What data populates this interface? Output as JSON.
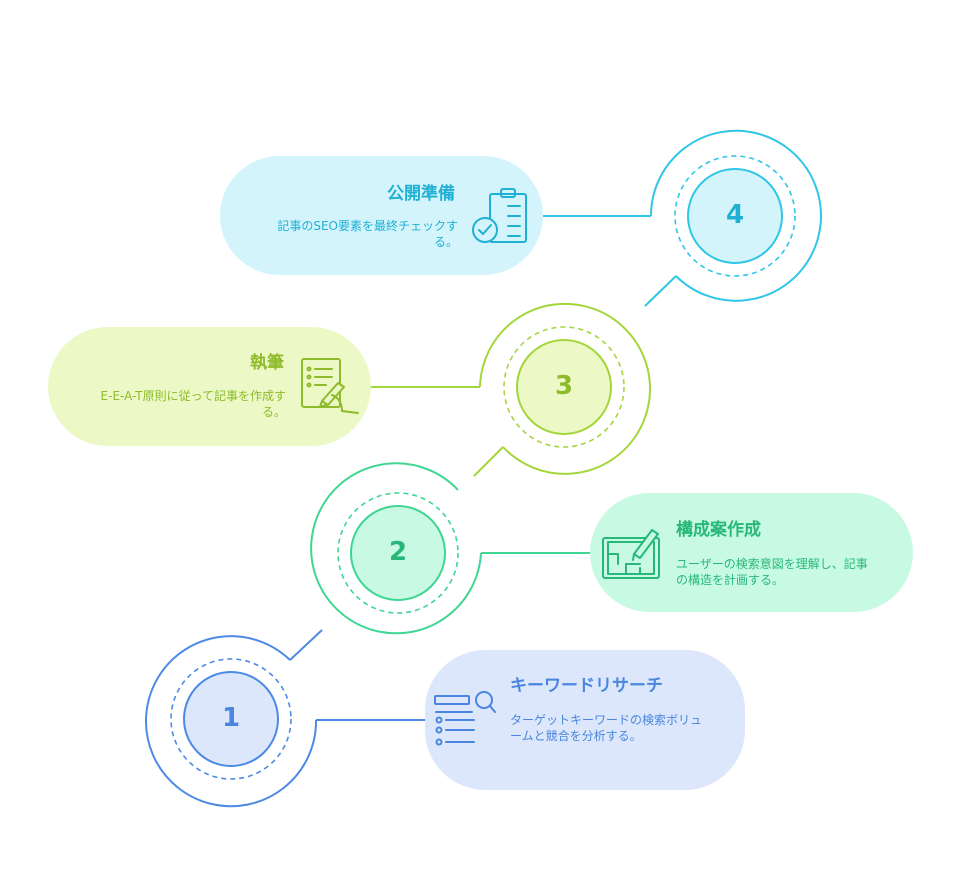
{
  "steps": [
    {
      "number": "1",
      "title": "キーワードリサーチ",
      "description": "ターゲットキーワードの検索ボリュームと競合を分析する。",
      "icon": "search-list-icon",
      "colors": {
        "ring": "#4d8ae3",
        "fill": "#dce7fb",
        "text": "#4a86df"
      }
    },
    {
      "number": "2",
      "title": "構成案作成",
      "description": "ユーザーの検索意図を理解し、記事の構造を計画する。",
      "icon": "blueprint-pencil-icon",
      "colors": {
        "ring": "#3ed692",
        "fill": "#c8fae3",
        "text": "#27b879"
      }
    },
    {
      "number": "3",
      "title": "執筆",
      "description": "E-E-A-T原則に従って記事を作成する。",
      "icon": "writing-hand-icon",
      "colors": {
        "ring": "#a4d63c",
        "fill": "#ecf9c6",
        "text": "#8dbb2a"
      }
    },
    {
      "number": "4",
      "title": "公開準備",
      "description": "記事のSEO要素を最終チェックする。",
      "icon": "clipboard-check-icon",
      "colors": {
        "ring": "#2fc6e8",
        "fill": "#d4f4fc",
        "text": "#1fb0d4"
      }
    }
  ]
}
